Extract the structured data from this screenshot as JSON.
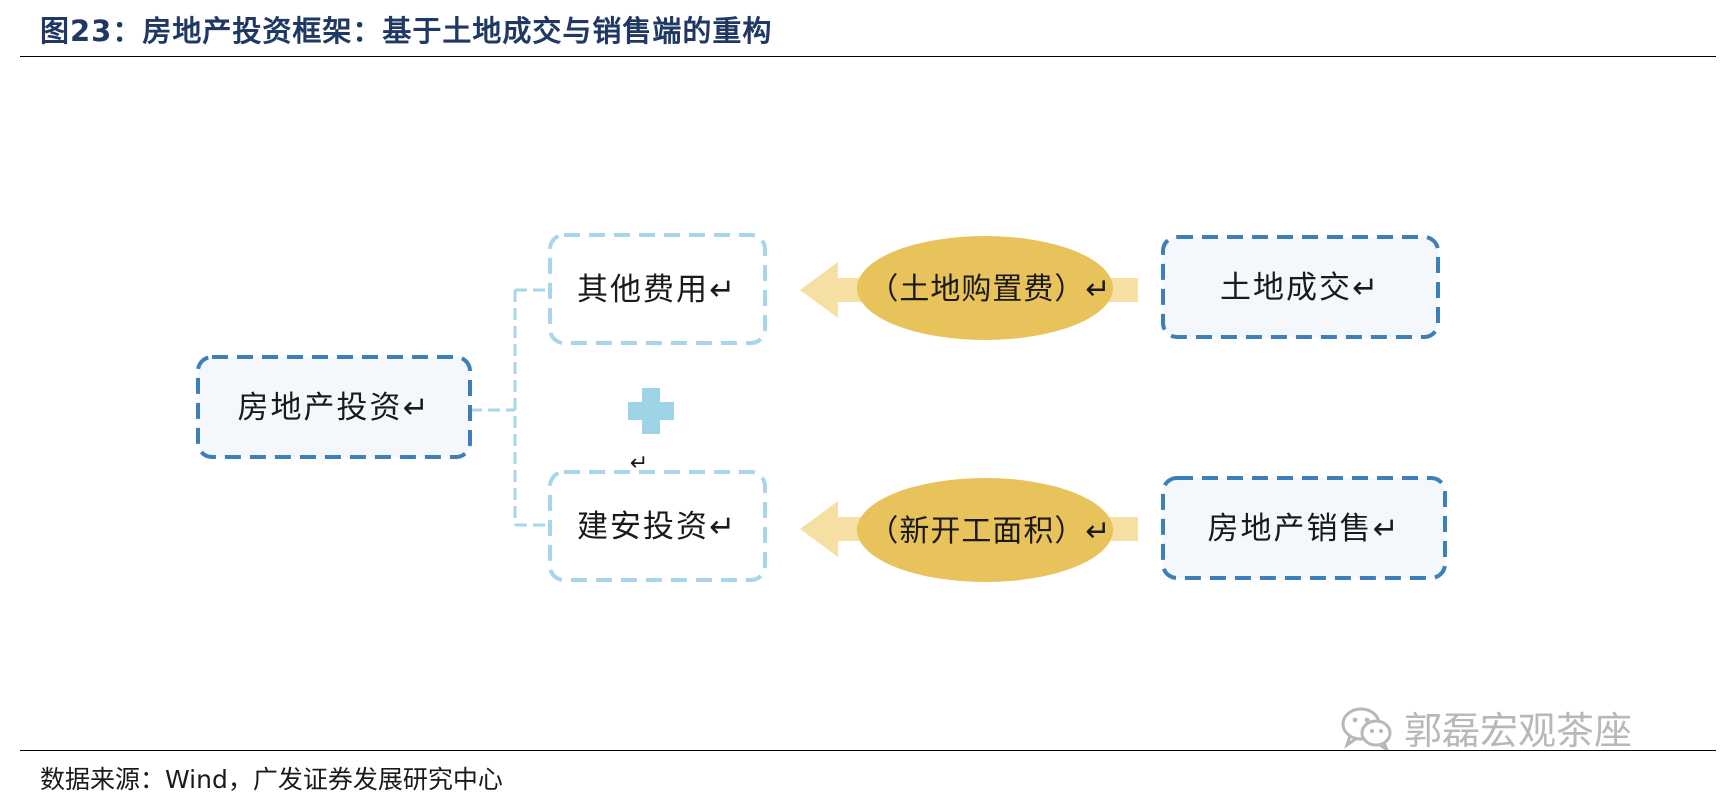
{
  "header": {
    "title": "图23：房地产投资框架：基于土地成交与销售端的重构"
  },
  "diagram": {
    "root": "房地产投资↵",
    "middle_top": "其他费用↵",
    "middle_bottom": "建安投资↵",
    "plus_caption": "↵",
    "ellipse_top": "（土地购置费）↵",
    "ellipse_bottom": "（新开工面积）↵",
    "right_top": "土地成交↵",
    "right_bottom": "房地产销售↵"
  },
  "footer": {
    "source": "数据来源：Wind，广发证券发展研究中心",
    "watermark": "郭磊宏观茶座"
  },
  "colors": {
    "title": "#1f3864",
    "dark_dash": "#3d7fb8",
    "light_dash": "#a7d5ea",
    "node_fill": "#f4f8fc",
    "ellipse_fill": "#e8c25a",
    "arrow_fill": "#f5dfa2",
    "plus": "#9fd3e6"
  }
}
